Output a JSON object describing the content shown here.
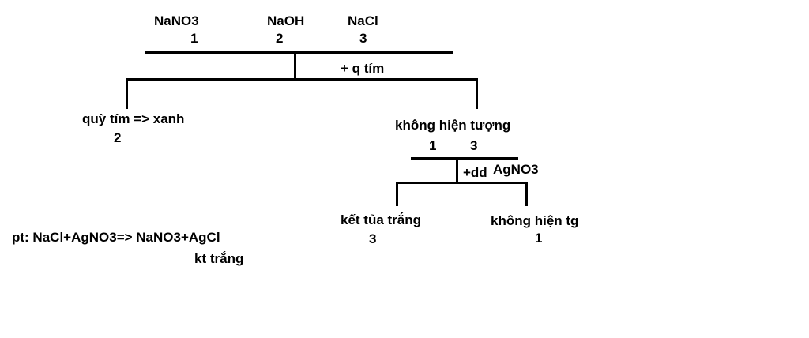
{
  "top": {
    "reagents": [
      {
        "name": "NaNO3",
        "number": "1"
      },
      {
        "name": "NaOH",
        "number": "2"
      },
      {
        "name": "NaCl",
        "number": "3"
      }
    ]
  },
  "step1": {
    "reagent": "+  q tím",
    "left_result": "quỳ tím => xanh",
    "left_number": "2",
    "right_result": "không hiện tượng",
    "right_numbers": [
      "1",
      "3"
    ]
  },
  "step2": {
    "reagent_prefix": "+dd",
    "reagent_name": "AgNO3",
    "left_result": "kết tủa trắng",
    "left_number": "3",
    "right_result": "không hiện tg",
    "right_number": "1"
  },
  "equation": {
    "text": "pt: NaCl+AgNO3=> NaNO3+AgCl",
    "note": "kt trắng"
  }
}
